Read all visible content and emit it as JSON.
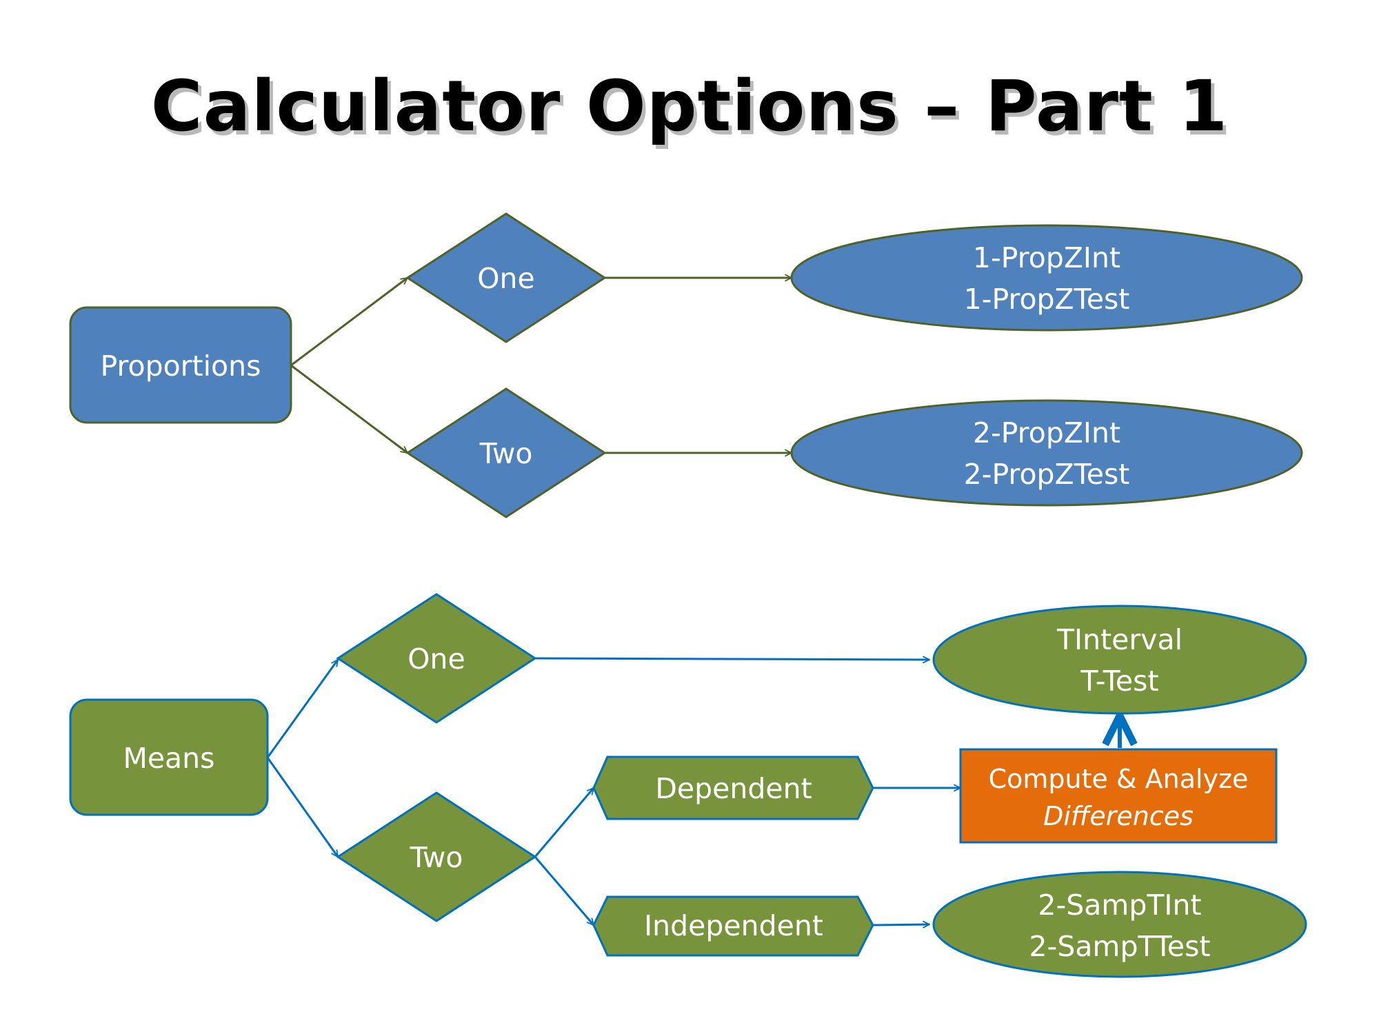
{
  "title": "Calculator Options – Part 1",
  "colors": {
    "blue": "#4f81bd",
    "green": "#77933c",
    "orange": "#e46c0a",
    "dark_olive_line": "#4f6228",
    "blue_line": "#0070c0"
  },
  "proportions": {
    "root": "Proportions",
    "one": "One",
    "two": "Two",
    "one_result": [
      "1-PropZInt",
      "1-PropZTest"
    ],
    "two_result": [
      "2-PropZInt",
      "2-PropZTest"
    ]
  },
  "means": {
    "root": "Means",
    "one": "One",
    "two": "Two",
    "dependent": "Dependent",
    "independent": "Independent",
    "compute_box": [
      "Compute & Analyze",
      "Differences"
    ],
    "one_result": [
      "TInterval",
      "T-Test"
    ],
    "independent_result": [
      "2-SampTInt",
      "2-SampTTest"
    ]
  }
}
